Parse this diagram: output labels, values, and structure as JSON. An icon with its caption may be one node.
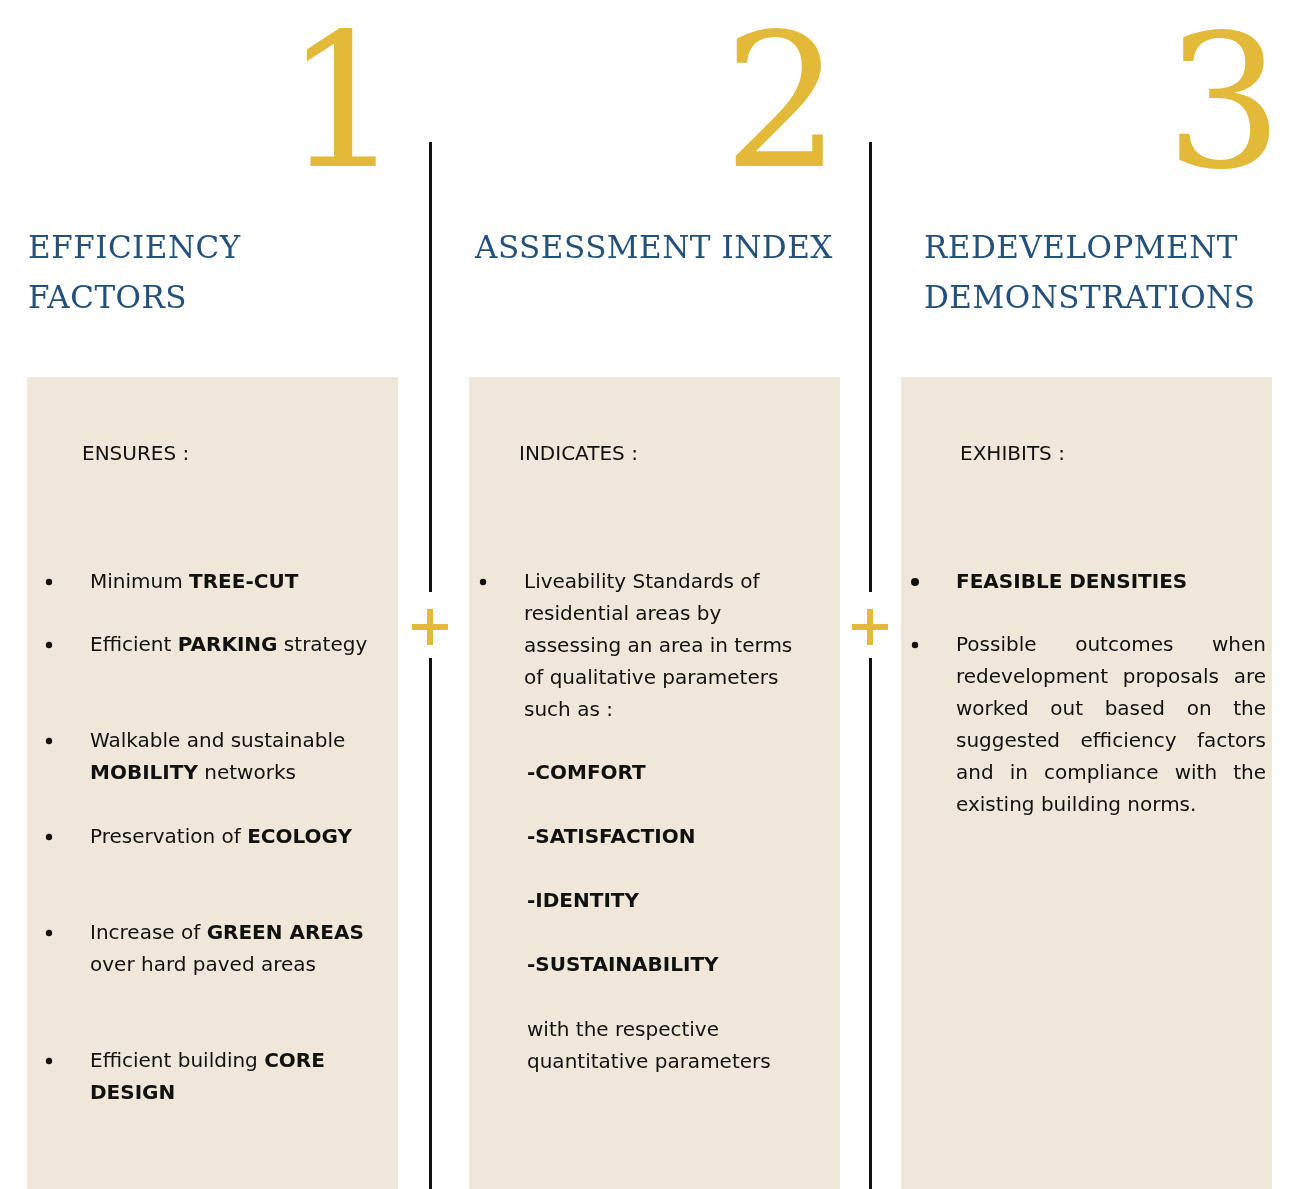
{
  "diagram": {
    "nodes": [
      {
        "text": [
          "1",
          "EFFICIENCY FACTORS",
          "ENSURES :",
          "Minimum **TREE-CUT**",
          "Efficient **PARKING** strategy",
          "Walkable and sustainable **MOBILITY** networks",
          "Preservation of **ECOLOGY**",
          "Increase of **GREEN AREAS** over hard paved areas",
          "Efficient building **CORE DESIGN**"
        ]
      },
      {
        "text": [
          "2",
          "ASSESSMENT INDEX",
          "INDICATES :",
          "Liveability Standards of residential areas by assessing an area in terms of qualitative parameters such as :",
          "-COMFORT",
          "-SATISFACTION",
          "-IDENTITY",
          "-SUSTAINABILITY",
          "with the respective quantitative parameters"
        ]
      },
      {
        "text": [
          "3",
          "REDEVELOPMENT DEMONSTRATIONS",
          "EXHIBITS :",
          "FEASIBLE DENSITIES",
          "Possible outcomes when redevelopment proposals are worked out based on the suggested efficiency factors and in compliance with the existing building norms."
        ]
      }
    ],
    "edges": []
  }
}
